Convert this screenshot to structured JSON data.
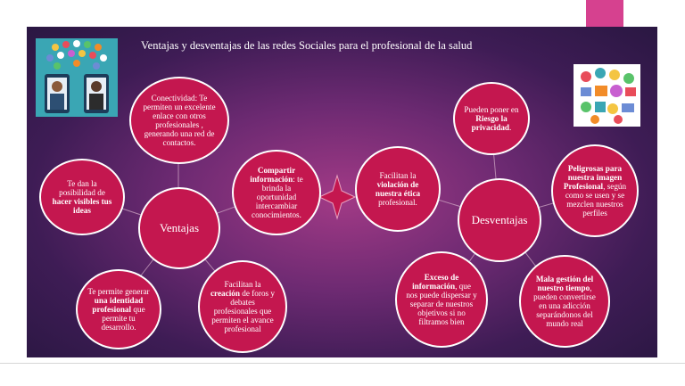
{
  "title": "Ventajas y desventajas de las redes Sociales para el profesional de la salud",
  "hubs": {
    "left": "Ventajas",
    "right": "Desventajas"
  },
  "ventajas": {
    "conectividad": "Conectividad: Te permiten un excelente enlace con otros profesionales , generando una red de contactos.",
    "visibles": {
      "pre": "Te dan la posibilidad de ",
      "bold": "hacer visibles tus ideas",
      "post": ""
    },
    "compartir": {
      "pre": "",
      "bold": "Compartir información",
      "post": ":  te brinda la oportunidad intercambiar conocimientos."
    },
    "identidad": {
      "pre": "Te permite generar ",
      "bold": "una identidad profesional",
      "post": " que permite tu desarrollo."
    },
    "foros": {
      "pre": "Facilitan la ",
      "bold": "creación",
      "post": " de foros y debates profesionales que permiten el avance profesional"
    }
  },
  "desventajas": {
    "privacidad": {
      "pre": "Pueden poner en ",
      "bold": "Riesgo la privacidad",
      "post": "."
    },
    "violacion": {
      "pre": "Facilitan la ",
      "bold": "violación de nuestra ética",
      "post": " profesional."
    },
    "imagen": {
      "pre": "",
      "bold": "Peligrosas para nuestra imagen Profesional",
      "post": ", según como se usen y se mezclen nuestros perfiles"
    },
    "exceso": {
      "pre": "",
      "bold": "Exceso de información",
      "post": ", que nos puede dispersar y separar de nuestros objetivos si no filtramos bien"
    },
    "mala": {
      "pre": "",
      "bold": "Mala gestión del nuestro tiempo",
      "post": ", pueden convertirse en una adicción separándonos del mundo real"
    }
  },
  "colors": {
    "node": "#c4174f",
    "accent": "#d6418f",
    "teal": "#3aa6b4"
  }
}
